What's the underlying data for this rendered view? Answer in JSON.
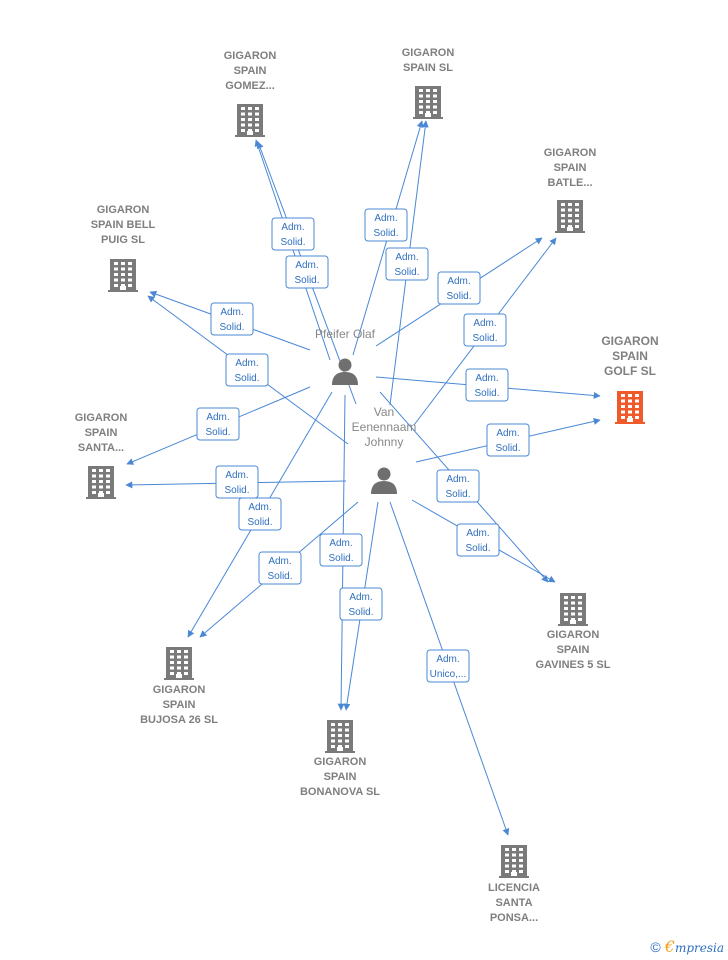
{
  "colors": {
    "edge": "#4a88d6",
    "building": "#7a7a7a",
    "building_highlight": "#f05a2a",
    "person": "#6f6f6f"
  },
  "people": [
    {
      "id": "pfeifer",
      "name": [
        "Pfeifer Olaf"
      ]
    },
    {
      "id": "van",
      "name": [
        "Van",
        "Eenennaam",
        "Johnny"
      ]
    }
  ],
  "companies": [
    {
      "id": "gomez",
      "name": [
        "GIGARON",
        "SPAIN",
        "GOMEZ..."
      ],
      "highlight": false
    },
    {
      "id": "spain_sl",
      "name": [
        "GIGARON",
        "SPAIN  SL"
      ],
      "highlight": false
    },
    {
      "id": "batle",
      "name": [
        "GIGARON",
        "SPAIN",
        "BATLE..."
      ],
      "highlight": false
    },
    {
      "id": "bellpuig",
      "name": [
        "GIGARON",
        "SPAIN BELL",
        "PUIG  SL"
      ],
      "highlight": false
    },
    {
      "id": "golf",
      "name": [
        "GIGARON",
        "SPAIN",
        "GOLF  SL"
      ],
      "highlight": true
    },
    {
      "id": "santa",
      "name": [
        "GIGARON",
        "SPAIN",
        "SANTA..."
      ],
      "highlight": false
    },
    {
      "id": "gavines",
      "name": [
        "GIGARON",
        "SPAIN",
        "GAVINES 5  SL"
      ],
      "highlight": false
    },
    {
      "id": "bujosa",
      "name": [
        "GIGARON",
        "SPAIN",
        "BUJOSA 26  SL"
      ],
      "highlight": false
    },
    {
      "id": "bonanova",
      "name": [
        "GIGARON",
        "SPAIN",
        "BONANOVA  SL"
      ],
      "highlight": false
    },
    {
      "id": "licencia",
      "name": [
        "LICENCIA",
        "SANTA",
        "PONSA..."
      ],
      "highlight": false
    }
  ],
  "edge_labels": {
    "adm_solid": [
      "Adm.",
      "Solid."
    ],
    "adm_unico": [
      "Adm.",
      "Unico,..."
    ]
  },
  "edges": [
    {
      "from": "pfeifer",
      "to": "gomez",
      "label": "adm_solid"
    },
    {
      "from": "pfeifer",
      "to": "spain_sl",
      "label": "adm_solid"
    },
    {
      "from": "pfeifer",
      "to": "batle",
      "label": "adm_solid"
    },
    {
      "from": "pfeifer",
      "to": "bellpuig",
      "label": "adm_solid"
    },
    {
      "from": "pfeifer",
      "to": "golf",
      "label": "adm_solid"
    },
    {
      "from": "pfeifer",
      "to": "santa",
      "label": "adm_solid"
    },
    {
      "from": "pfeifer",
      "to": "gavines",
      "label": "adm_solid"
    },
    {
      "from": "pfeifer",
      "to": "bujosa",
      "label": "adm_solid"
    },
    {
      "from": "pfeifer",
      "to": "bonanova",
      "label": "adm_solid"
    },
    {
      "from": "van",
      "to": "gomez",
      "label": "adm_solid"
    },
    {
      "from": "van",
      "to": "spain_sl",
      "label": "adm_solid"
    },
    {
      "from": "van",
      "to": "batle",
      "label": "adm_solid"
    },
    {
      "from": "van",
      "to": "bellpuig",
      "label": "adm_solid"
    },
    {
      "from": "van",
      "to": "golf",
      "label": "adm_solid"
    },
    {
      "from": "van",
      "to": "santa",
      "label": "adm_solid"
    },
    {
      "from": "van",
      "to": "gavines",
      "label": "adm_solid"
    },
    {
      "from": "van",
      "to": "bujosa",
      "label": "adm_solid"
    },
    {
      "from": "van",
      "to": "bonanova",
      "label": "adm_solid"
    },
    {
      "from": "van",
      "to": "licencia",
      "label": "adm_unico"
    }
  ],
  "footer": {
    "copyright": "©",
    "brand_initial": "€",
    "brand_rest": "mpresia"
  }
}
